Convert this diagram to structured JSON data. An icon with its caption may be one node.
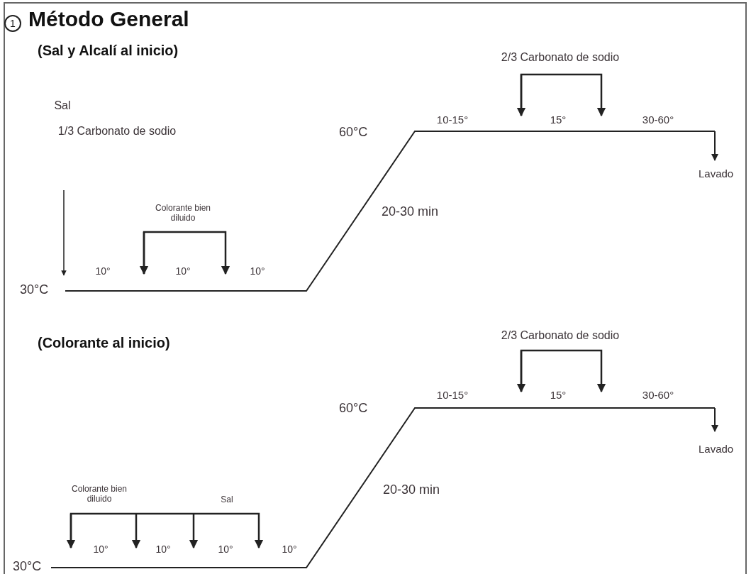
{
  "diagram": {
    "title": "Método General",
    "labels": [
      "1",
      "(Sal y Alcalí al inicio)",
      "2/3 Carbonato de sodio",
      "Sal",
      "10-15°",
      "15°",
      "30-60°",
      "1/3 Carbonato de sodio",
      "60°C",
      "Lavado",
      "Colorante bien diluido",
      "20-30 min",
      "10°",
      "10°",
      "10°",
      "30°C",
      "(Colorante al inicio)",
      "2/3 Carbonato de sodio",
      "10-15°",
      "15°",
      "30-60°",
      "60°C",
      "Lavado",
      "Colorante bien diluido",
      "Sal",
      "20-30 min",
      "10°",
      "10°",
      "10°",
      "10°",
      "30°C"
    ]
  }
}
